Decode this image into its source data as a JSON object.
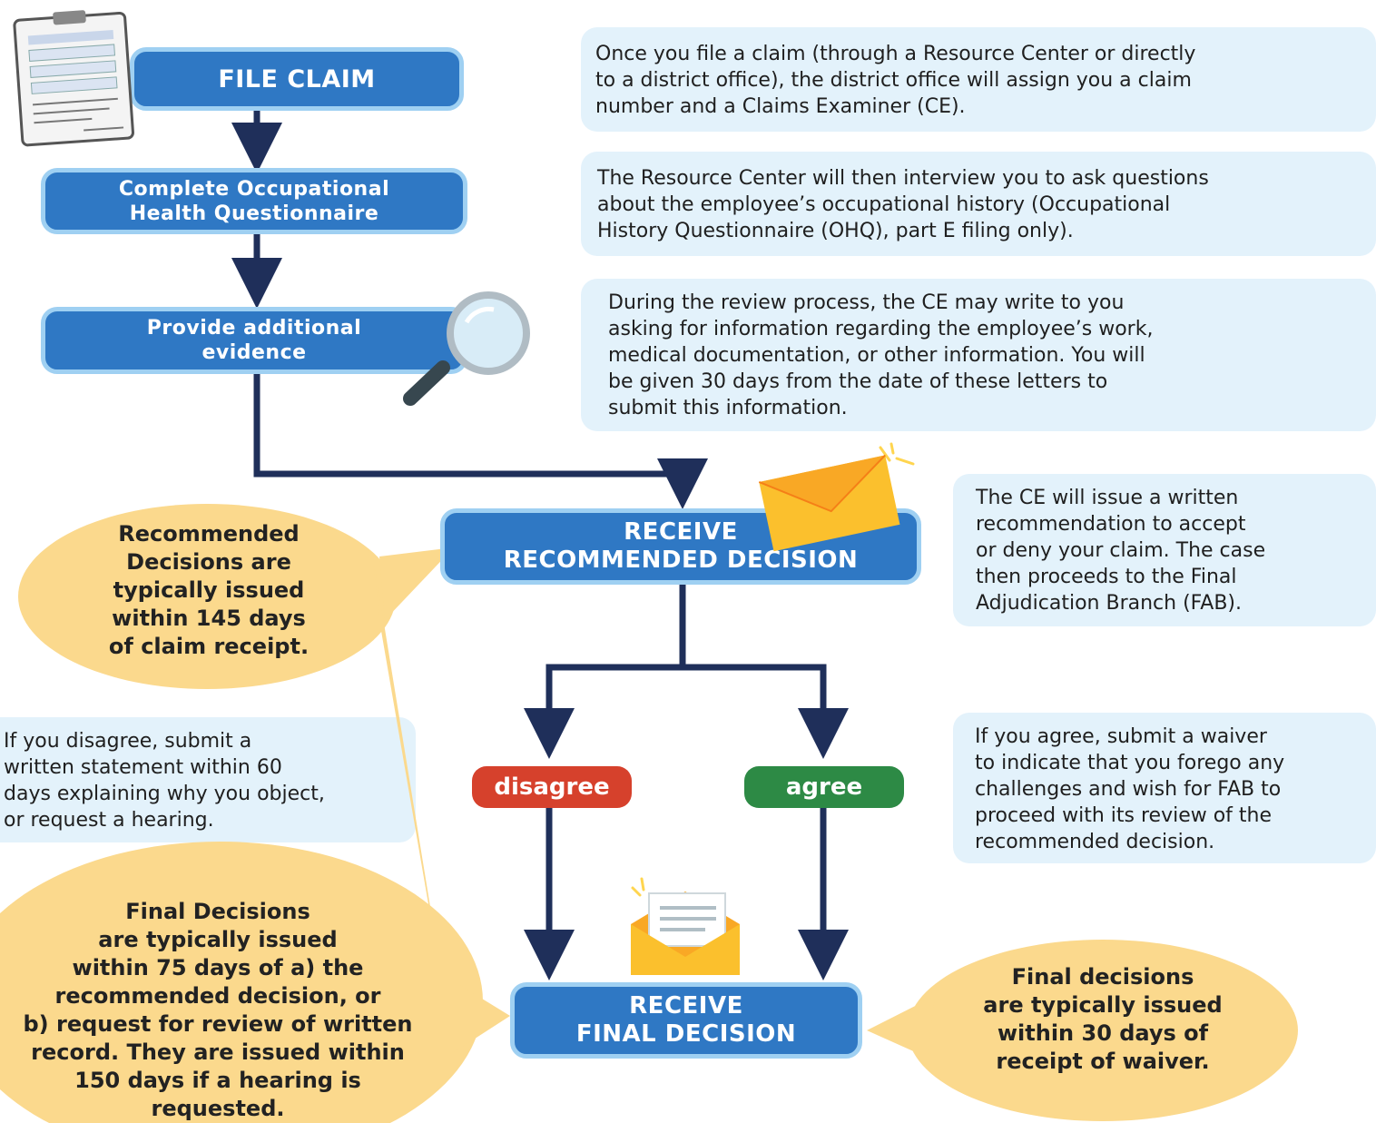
{
  "steps": {
    "file_claim": "FILE CLAIM",
    "questionnaire": [
      "Complete Occupational",
      "Health Questionnaire"
    ],
    "evidence": [
      "Provide additional",
      "evidence"
    ],
    "recommended": [
      "RECEIVE",
      "RECOMMENDED DECISION"
    ],
    "final": [
      "RECEIVE",
      "FINAL DECISION"
    ]
  },
  "notes": {
    "file_claim": [
      "Once you file a claim (through a Resource Center or directly",
      "to a district office), the district office will assign you a claim",
      "number and a Claims Examiner (CE)."
    ],
    "questionnaire": [
      "The Resource Center will then interview you to ask questions",
      "about the employee’s occupational history (Occupational",
      "History Questionnaire (OHQ), part E filing only)."
    ],
    "evidence": [
      "During the review process, the CE may write to you",
      "asking for information regarding the employee’s work,",
      "medical documentation, or other information. You will",
      "be given 30 days from the date of these letters to",
      "submit this information."
    ],
    "recommended": [
      "The CE will issue a written",
      "recommendation to accept",
      "or deny your claim. The case",
      "then proceeds to the Final",
      "Adjudication Branch (FAB)."
    ],
    "disagree": [
      "If you disagree, submit a",
      "written statement within 60",
      "days explaining why you object,",
      "or request a hearing."
    ],
    "agree": [
      "If you agree, submit a waiver",
      "to indicate that you forego any",
      "challenges and wish for FAB to",
      "proceed with its review of the",
      "recommended decision."
    ]
  },
  "bubbles": {
    "recommended_timing": [
      "Recommended",
      "Decisions are",
      "typically issued",
      "within 145 days",
      "of claim receipt."
    ],
    "final_timing_left": [
      "Final Decisions",
      "are typically issued",
      "within 75 days of a) the",
      "recommended decision, or",
      "b) request for review of written",
      "record. They are issued within",
      "150 days if a hearing is",
      "requested."
    ],
    "final_timing_right": [
      "Final decisions",
      "are typically issued",
      "within 30 days of",
      "receipt of waiver."
    ]
  },
  "branches": {
    "disagree": "disagree",
    "agree": "agree"
  },
  "colors": {
    "step_fill": "#2f78c4",
    "step_border": "#9fd0f2",
    "note_fill": "#e3f2fb",
    "bubble_fill": "#fbd98d",
    "connector": "#1f2f5a",
    "disagree": "#d6412c",
    "agree": "#2d8a45"
  },
  "icons": [
    "clipboard-icon",
    "magnifier-icon",
    "envelope-icon",
    "open-letter-icon"
  ]
}
